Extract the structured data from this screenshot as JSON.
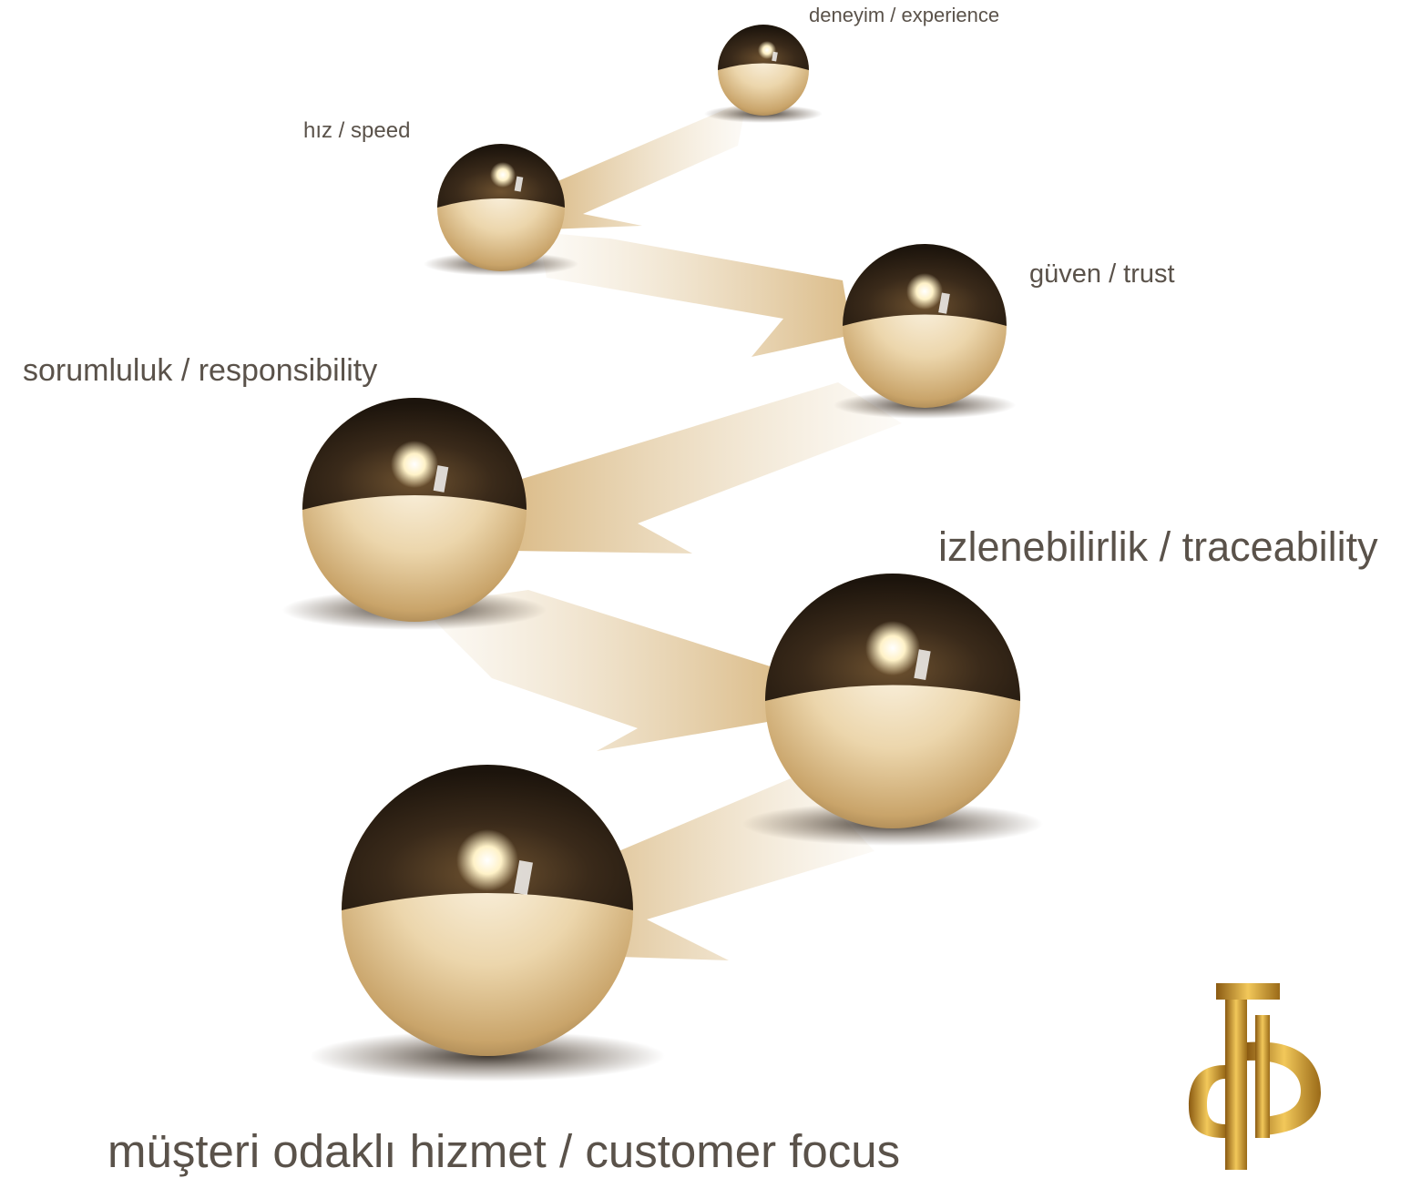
{
  "labels": {
    "experience": "deneyim  /  experience",
    "speed": "hız  / speed",
    "trust": "güven  / trust",
    "responsibility": "sorumluluk / responsibility",
    "traceability": "izlenebilirlik / traceability",
    "customer_focus": "müşteri odaklı hizmet / customer focus"
  },
  "colors": {
    "gold": "#c9a874",
    "gold_light": "#f7ecd4",
    "dark_bronze": "#2a1f15",
    "text": "#5a524a",
    "logo_gold": "#c8961e"
  },
  "logo": {
    "icon": "company-logo-icon"
  }
}
